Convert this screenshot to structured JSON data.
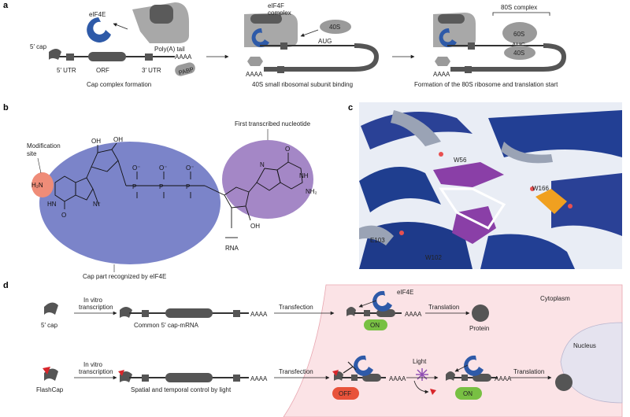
{
  "panel_a": {
    "label": "a",
    "eif4e": "eIF4E",
    "five_cap": "5′ cap",
    "polya_tail": "Poly(A) tail",
    "aaaa_1": "AAAA",
    "utr5": "5′ UTR",
    "orf": "ORF",
    "utr3": "3′ UTR",
    "pabp": "PABP",
    "caption_1": "Cap complex formation",
    "eif4f_line1": "eIF4F",
    "eif4f_line2": "complex",
    "s40": "40S",
    "aug_2": "AUG",
    "aaaa_2": "AAAA",
    "caption_2": "40S small ribosomal subunit binding",
    "s80_complex": "80S complex",
    "s60": "60S",
    "aug_3": "AUG",
    "s40_3": "40S",
    "aaaa_3": "AAAA",
    "caption_3": "Formation of the 80S ribosome and translation start"
  },
  "panel_b": {
    "label": "b",
    "modification_line1": "Modification",
    "modification_line2": "site",
    "first_nucleotide": "First transcribed nucleotide",
    "cap_part": "Cap part recognized by eIF4E",
    "rna": "RNA",
    "h2n": "H₂N",
    "nh2": "NH₂",
    "oh1": "OH",
    "oh2": "OH",
    "oh3": "OH",
    "o_minus": "O⁻",
    "p": "P",
    "o": "O",
    "n": "N",
    "hn": "HN",
    "nh": "NH",
    "n_plus": "N⁺"
  },
  "panel_c": {
    "label": "c",
    "w56": "W56",
    "w166": "W166",
    "e103": "E103",
    "w102": "W102"
  },
  "panel_d": {
    "label": "d",
    "cap_label": "5′ cap",
    "in_vitro_1a": "In vitro",
    "in_vitro_1b": "transcription",
    "mrna_label": "Common 5′ cap-mRNA",
    "aaaa_1": "AAAA",
    "transfection_1": "Transfection",
    "eif4e": "eIF4E",
    "on_1": "ON",
    "aaaa_2": "AAAA",
    "translation_1": "Translation",
    "protein": "Protein",
    "cytoplasm": "Cytoplasm",
    "nucleus": "Nucleus",
    "flashcap": "FlashCap",
    "in_vitro_2a": "In vitro",
    "in_vitro_2b": "transcription",
    "spatial_label": "Spatial and temporal control by light",
    "aaaa_3": "AAAA",
    "transfection_2": "Transfection",
    "off": "OFF",
    "aaaa_4": "AAAA",
    "light": "Light",
    "on_2": "ON",
    "aaaa_5": "AAAA",
    "translation_2": "Translation"
  },
  "colors": {
    "eif4e_blue": "#2e5aa8",
    "dark_grey": "#555555",
    "light_grey": "#a8a8a8",
    "cap_ellipse": "#7b84c9",
    "nucleotide_ellipse": "#a487c6",
    "modification": "#ef8c78",
    "cell_pink": "#fbe3e6",
    "on_green": "#78c043",
    "off_red": "#e8523a",
    "flashcap_red": "#d8262b",
    "light_purple": "#8e4bb2",
    "protein_navy": "#1f3e8f",
    "ligand_purple": "#8a3fa7",
    "phosphate_orange": "#f0a020"
  }
}
